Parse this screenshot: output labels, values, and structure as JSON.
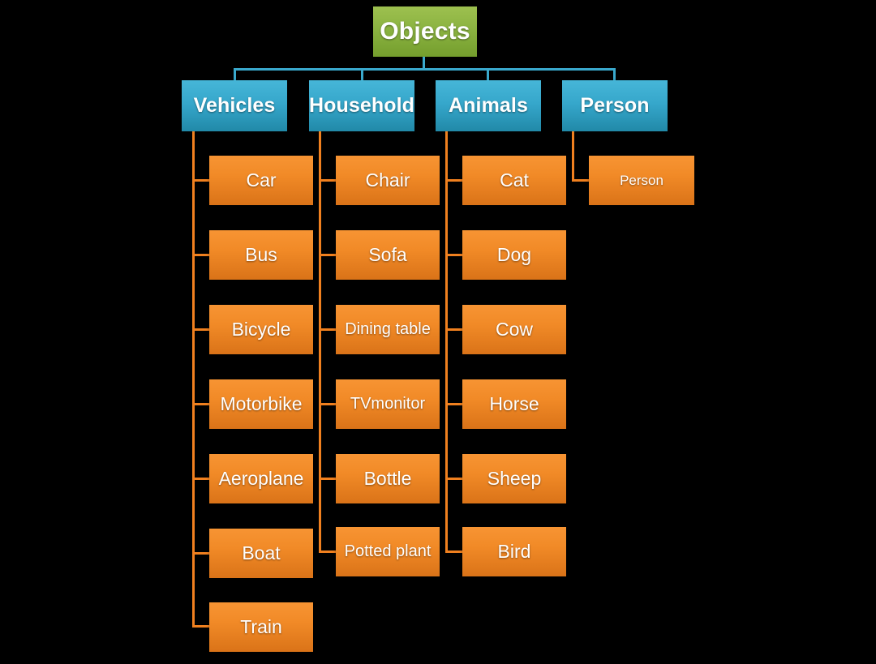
{
  "diagram": {
    "title_node": {
      "label": "Objects"
    },
    "categories": [
      {
        "label": "Vehicles"
      },
      {
        "label": "Household"
      },
      {
        "label": "Animals"
      },
      {
        "label": "Person"
      }
    ],
    "columns": [
      {
        "category": "Vehicles",
        "items": [
          {
            "label": "Car"
          },
          {
            "label": "Bus"
          },
          {
            "label": "Bicycle"
          },
          {
            "label": "Motorbike"
          },
          {
            "label": "Aeroplane"
          },
          {
            "label": "Boat"
          },
          {
            "label": "Train"
          }
        ]
      },
      {
        "category": "Household",
        "items": [
          {
            "label": "Chair"
          },
          {
            "label": "Sofa"
          },
          {
            "label": "Dining table"
          },
          {
            "label": "TVmonitor"
          },
          {
            "label": "Bottle"
          },
          {
            "label": "Potted plant"
          }
        ]
      },
      {
        "category": "Animals",
        "items": [
          {
            "label": "Cat"
          },
          {
            "label": "Dog"
          },
          {
            "label": "Cow"
          },
          {
            "label": "Horse"
          },
          {
            "label": "Sheep"
          },
          {
            "label": "Bird"
          }
        ]
      },
      {
        "category": "Person",
        "items": [
          {
            "label": "Person"
          }
        ]
      }
    ]
  },
  "colors": {
    "background": "#000000",
    "root_fill": "#8bb341",
    "category_fill": "#36a7cb",
    "leaf_fill": "#f18a27",
    "connector_teal": "#3aa9cd",
    "connector_orange": "#f0801f",
    "text": "#ffffff"
  }
}
